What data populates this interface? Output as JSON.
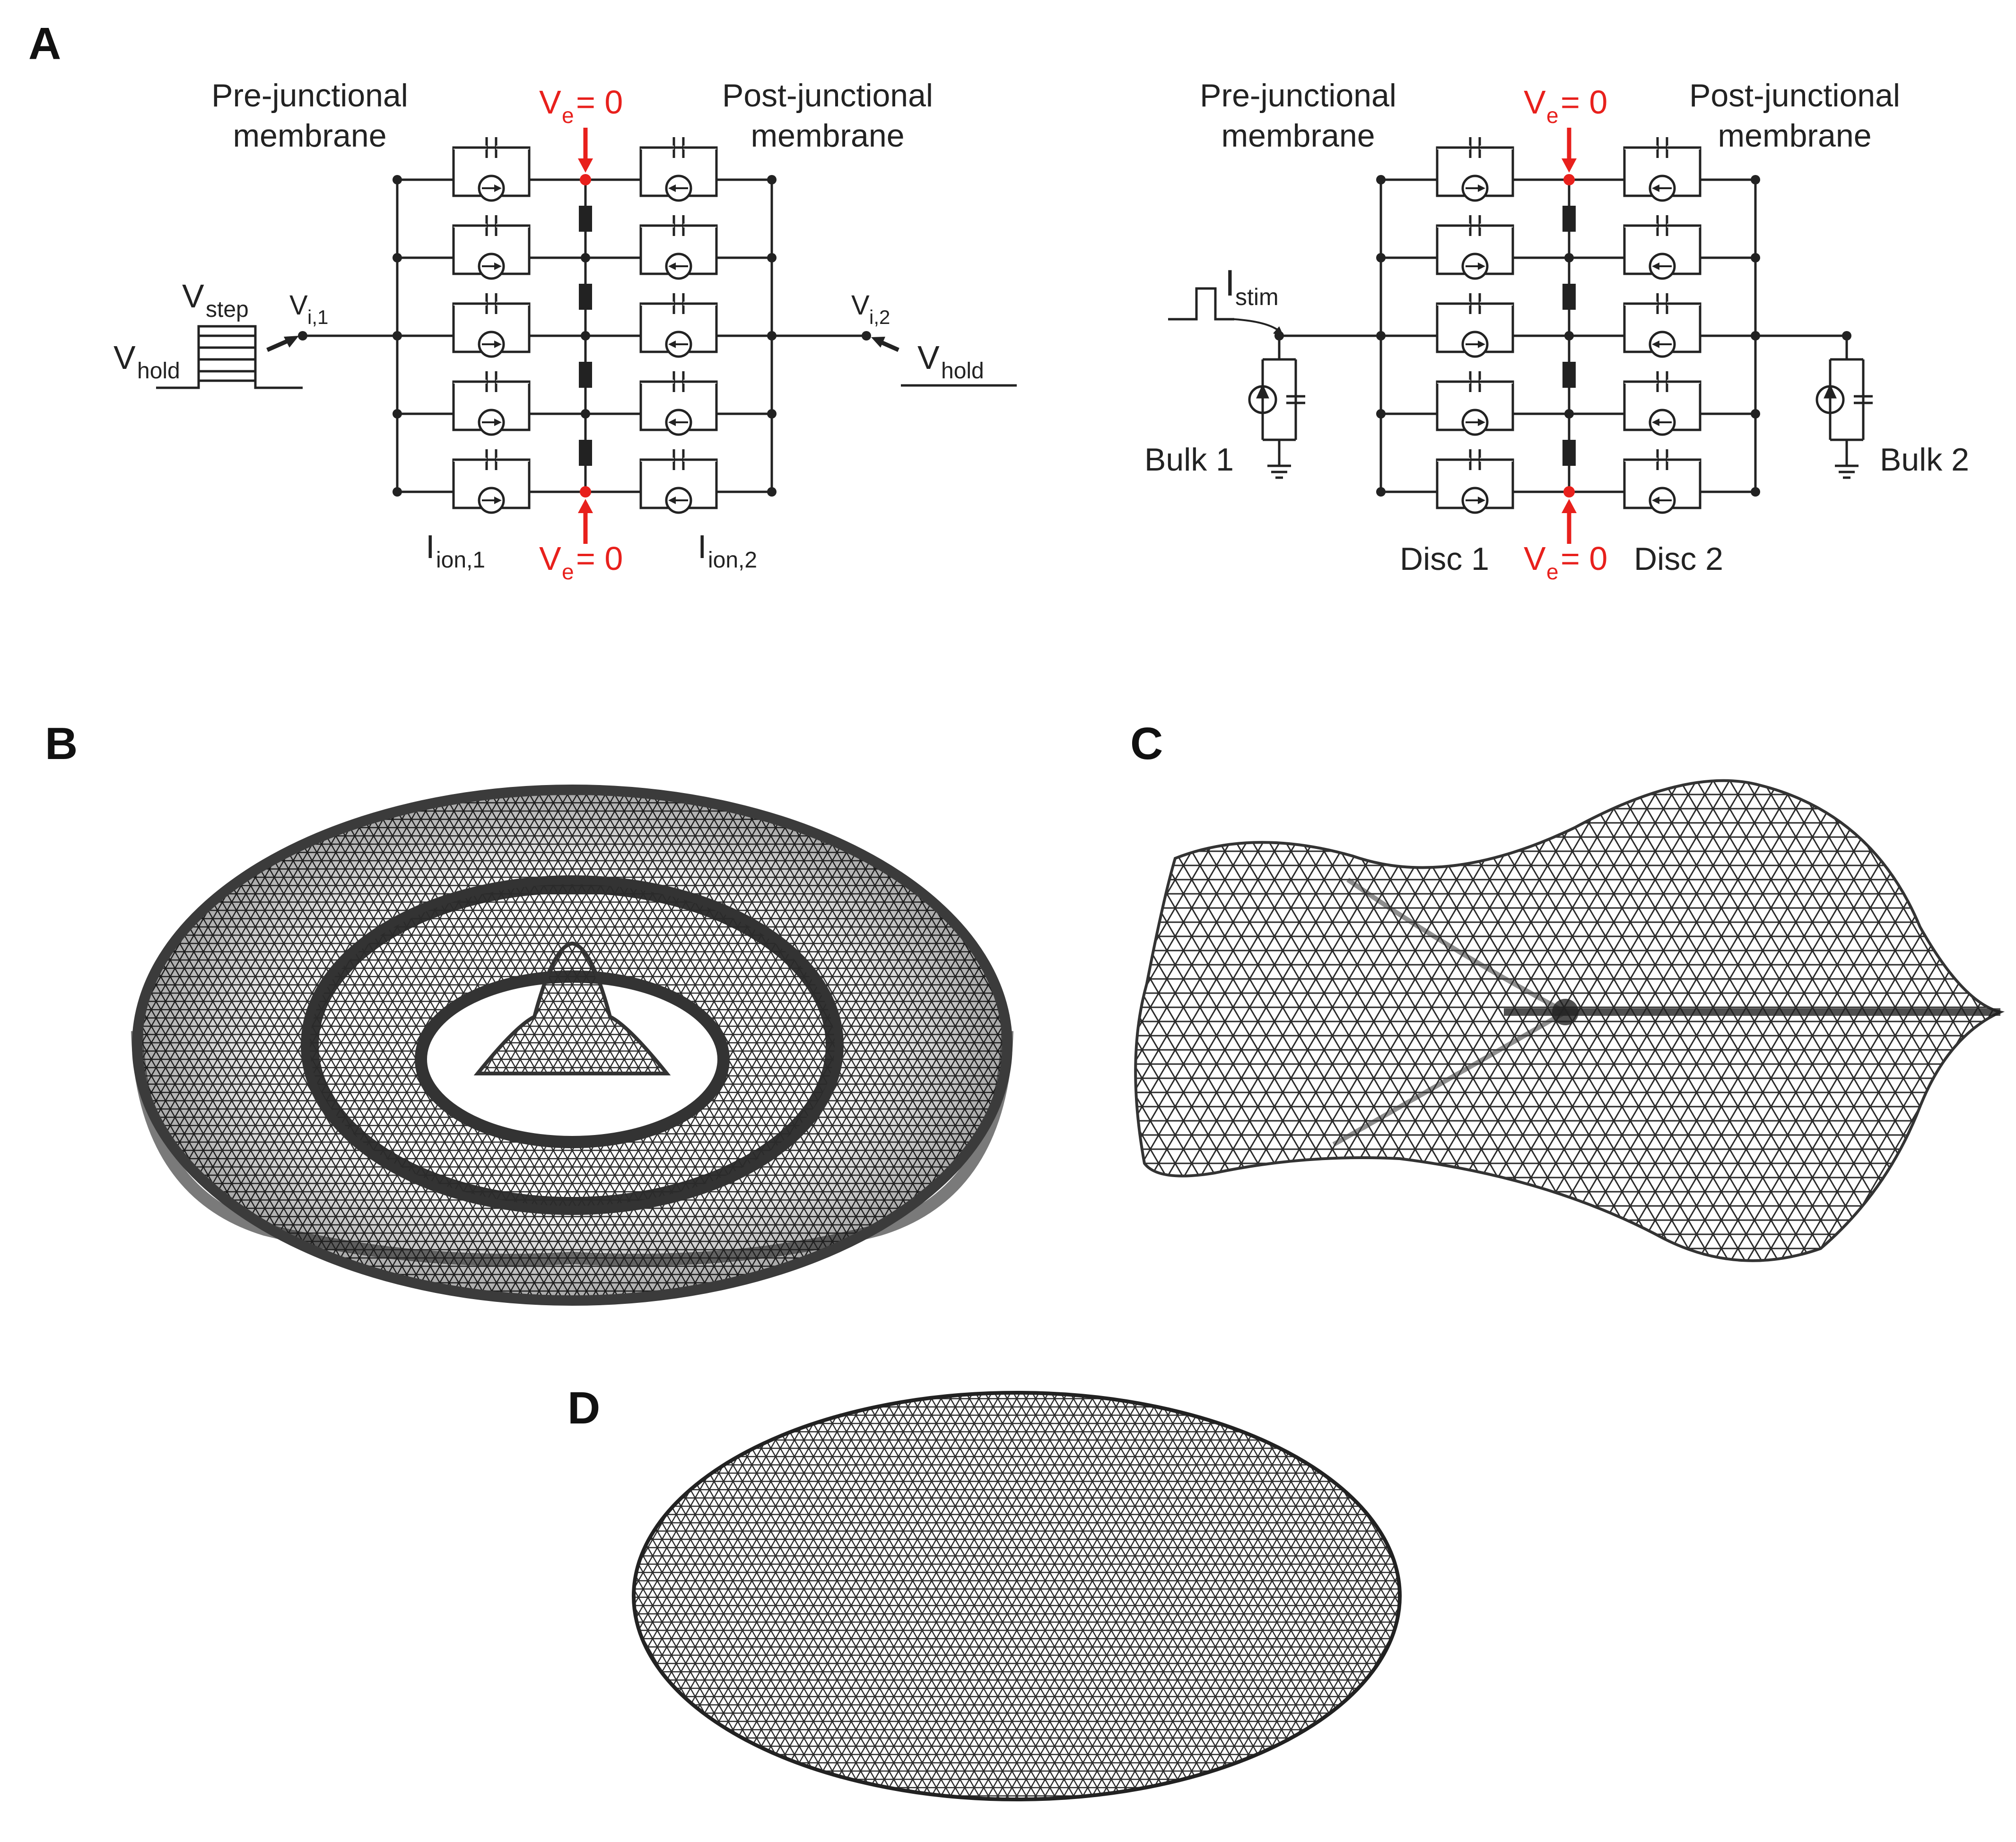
{
  "panels": {
    "a": {
      "letter": "A"
    },
    "b": {
      "letter": "B"
    },
    "c": {
      "letter": "C"
    },
    "d": {
      "letter": "D"
    }
  },
  "circuit_left": {
    "pre_title_1": "Pre-junctional",
    "pre_title_2": "membrane",
    "post_title_1": "Post-junctional",
    "post_title_2": "membrane",
    "ve_symbol": "V",
    "ve_sub": "e",
    "ve_value": "= 0",
    "v_step": "V",
    "v_step_sub": "step",
    "v_hold": "V",
    "v_hold_sub": "hold",
    "v_i1": "V",
    "v_i1_sub": "i,1",
    "v_i2": "V",
    "v_i2_sub": "i,2",
    "v_hold2": "V",
    "v_hold2_sub": "hold",
    "i_ion1": "I",
    "i_ion1_sub": "ion,1",
    "i_ion2": "I",
    "i_ion2_sub": "ion,2"
  },
  "circuit_right": {
    "pre_title_1": "Pre-junctional",
    "pre_title_2": "membrane",
    "post_title_1": "Post-junctional",
    "post_title_2": "membrane",
    "ve_symbol": "V",
    "ve_sub": "e",
    "ve_value": "= 0",
    "i_stim": "I",
    "i_stim_sub": "stim",
    "bulk1": "Bulk 1",
    "bulk2": "Bulk 2",
    "disc1": "Disc 1",
    "disc2": "Disc 2"
  },
  "colors": {
    "highlight": "#e8201c",
    "line": "#222222",
    "mesh": "#2a2a2a"
  }
}
